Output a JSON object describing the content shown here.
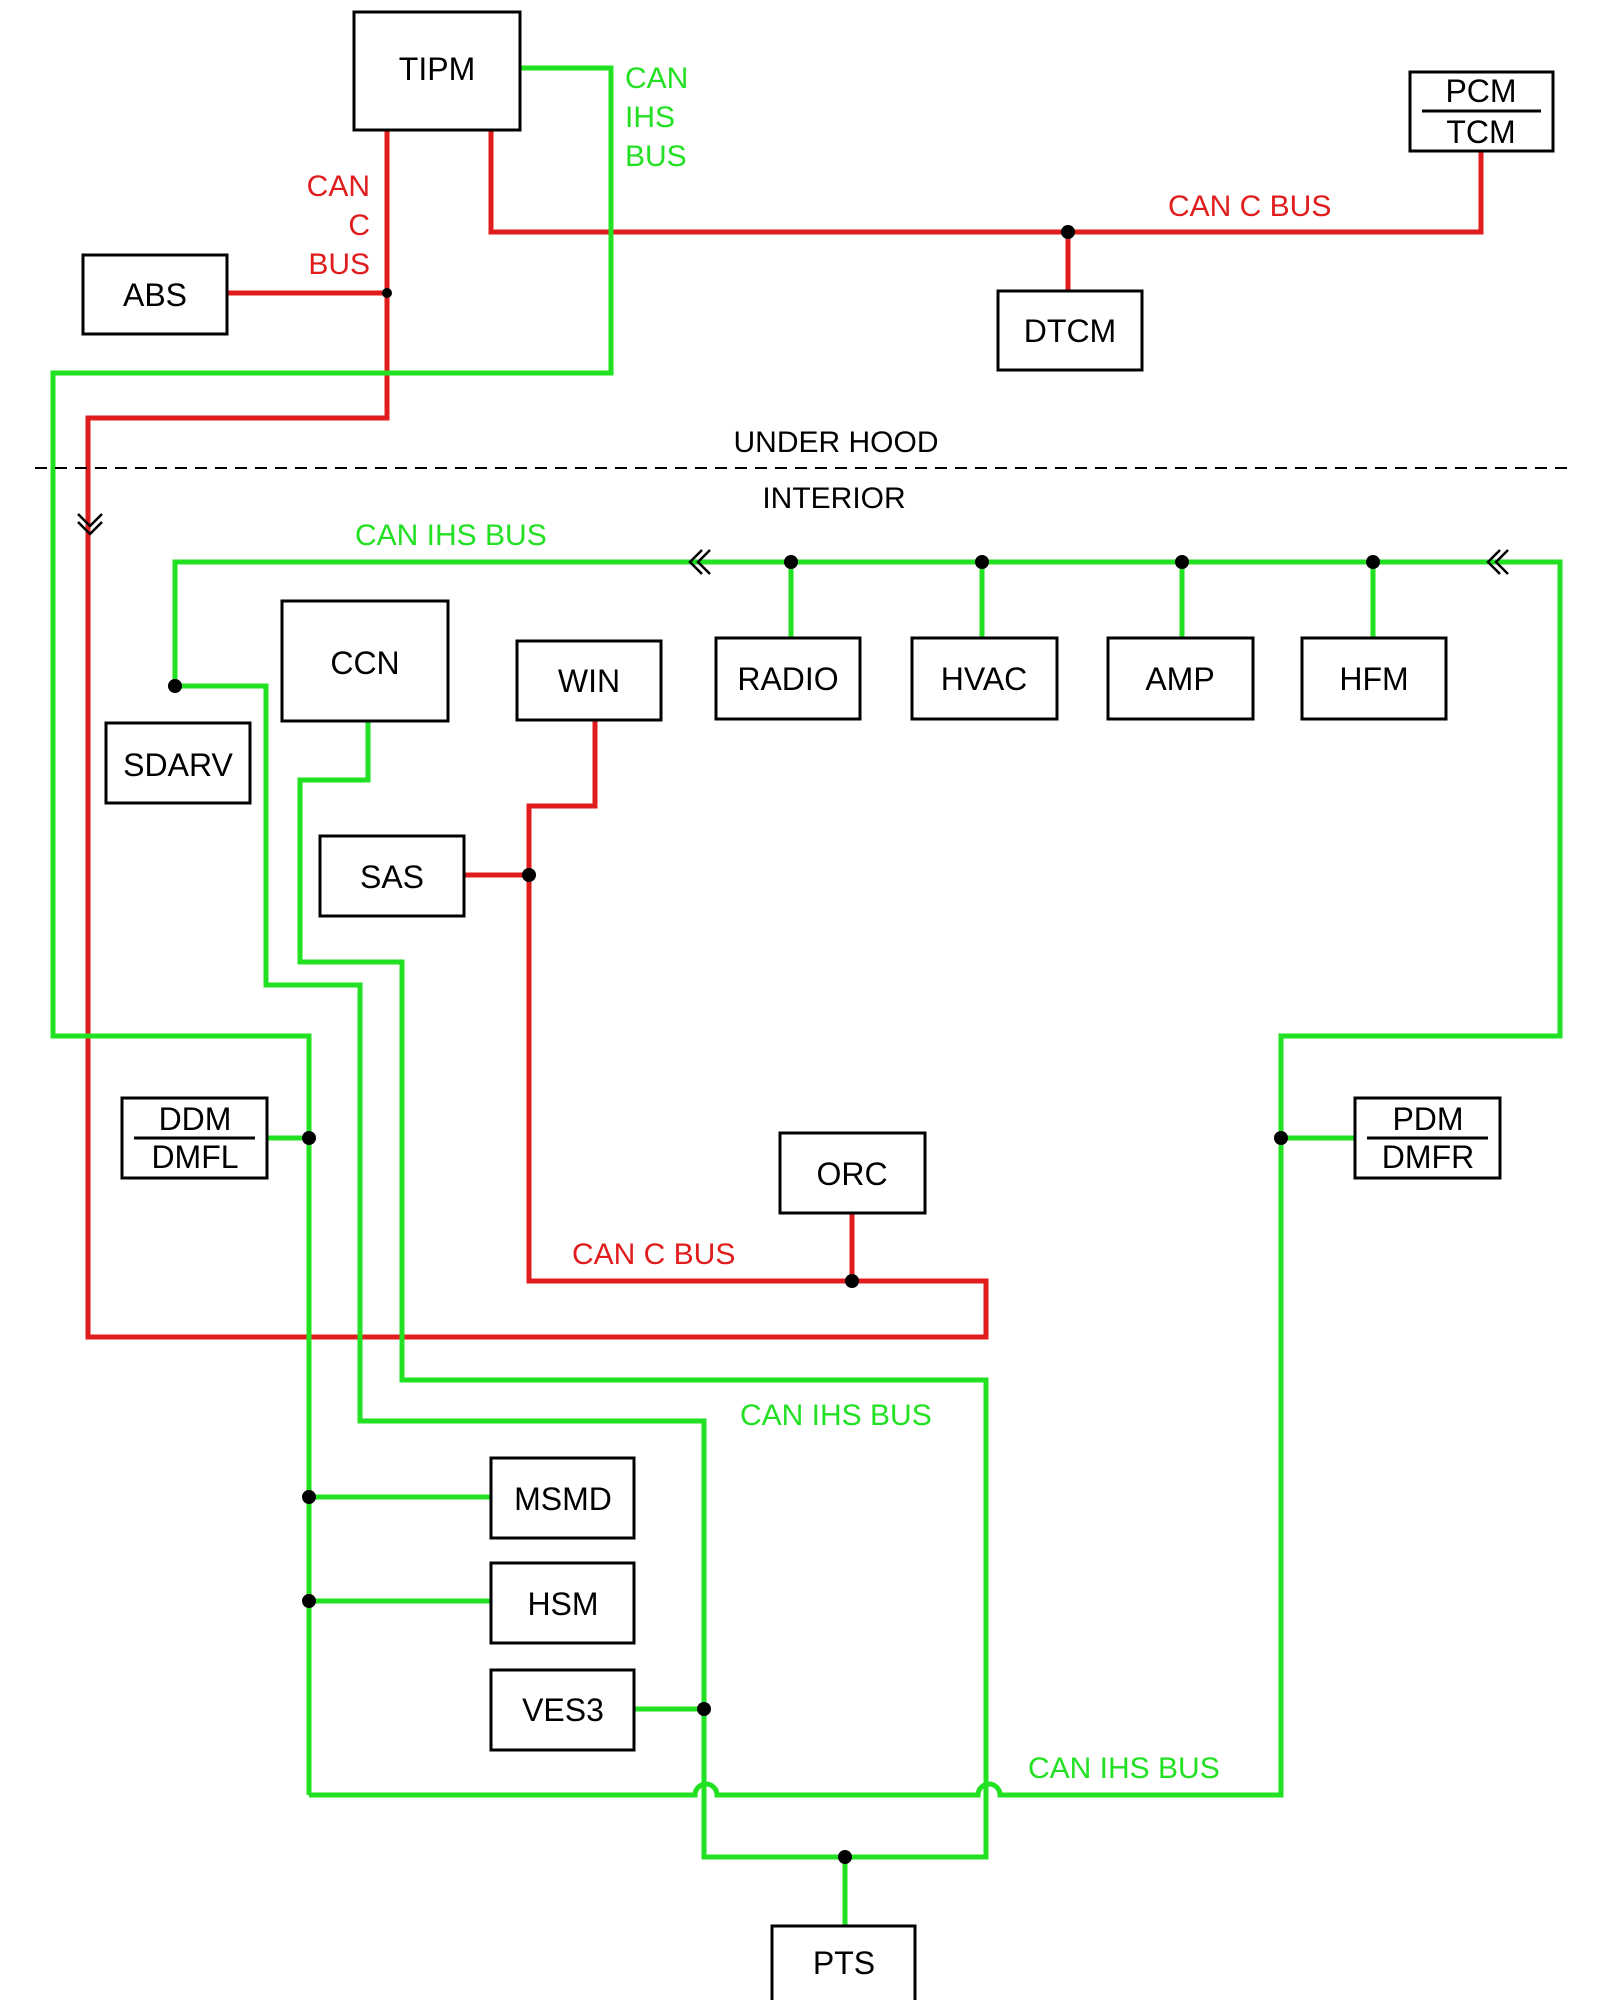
{
  "colors": {
    "can_c_bus": "#e01c1c",
    "can_ihs_bus": "#22e022",
    "outline": "#000000"
  },
  "sections": {
    "top": "UNDER HOOD",
    "bottom": "INTERIOR"
  },
  "modules": {
    "tipm": "TIPM",
    "pcm": "PCM",
    "tcm": "TCM",
    "abs": "ABS",
    "dtcm": "DTCM",
    "ccn": "CCN",
    "win": "WIN",
    "radio": "RADIO",
    "hvac": "HVAC",
    "amp": "AMP",
    "hfm": "HFM",
    "sdarv": "SDARV",
    "sas": "SAS",
    "ddm": "DDM",
    "dmfl": "DMFL",
    "orc": "ORC",
    "pdm": "PDM",
    "dmfr": "DMFR",
    "msmd": "MSMD",
    "hsm": "HSM",
    "ves3": "VES3",
    "pts": "PTS"
  },
  "labels": {
    "tipm_ihs_line1": "CAN",
    "tipm_ihs_line2": "IHS",
    "tipm_ihs_line3": "BUS",
    "tipm_c_line1": "CAN",
    "tipm_c_line2": "C",
    "tipm_c_line3": "BUS",
    "can_c_bus_top": "CAN C BUS",
    "can_ihs_bus_interior": "CAN IHS BUS",
    "can_c_bus_interior": "CAN C BUS",
    "can_ihs_bus_mid": "CAN IHS BUS",
    "can_ihs_bus_bottom": "CAN IHS BUS"
  }
}
